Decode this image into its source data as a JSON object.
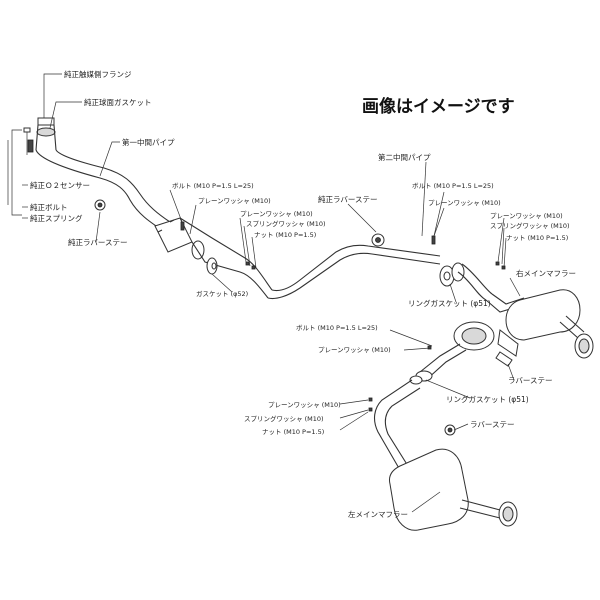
{
  "note": "画像はイメージです",
  "labels": {
    "genuine_catalyst_flange": "純正触媒側フランジ",
    "genuine_spherical_gasket": "純正球面ガスケット",
    "first_mid_pipe": "第一中間パイプ",
    "genuine_o2_sensor": "純正Ｏ２センサー",
    "genuine_bolt": "純正ボルト",
    "genuine_spring": "純正スプリング",
    "genuine_rubber_stay": "純正ラバーステー",
    "bolt_a": "ボルト (M10 P=1.5 L=25)",
    "plain_washer_a": "プレーンワッシャ (M10)",
    "plain_washer_b": "プレーンワッシャ (M10)",
    "spring_washer_b": "スプリングワッシャ (M10)",
    "nut_b": "ナット (M10 P=1.5)",
    "gasket_52": "ガスケット (φ52)",
    "genuine_rubber_stay_2": "純正ラバーステー",
    "second_mid_pipe": "第二中間パイプ",
    "bolt_c": "ボルト (M10 P=1.5 L=25)",
    "plain_washer_c": "プレーンワッシャ (M10)",
    "plain_washer_d": "プレーンワッシャ (M10)",
    "spring_washer_d": "スプリングワッシャ (M10)",
    "nut_d": "ナット (M10 P=1.5)",
    "right_main_muffler": "右メインマフラー",
    "ring_gasket_51_a": "リングガスケット (φ51)",
    "bolt_e": "ボルト (M10 P=1.5 L=25)",
    "plain_washer_e": "プレーンワッシャ (M10)",
    "rubber_stay_a": "ラバーステー",
    "ring_gasket_51_b": "リングガスケット (φ51)",
    "plain_washer_f": "プレーンワッシャ (M10)",
    "spring_washer_f": "スプリングワッシャ (M10)",
    "nut_f": "ナット (M10 P=1.5)",
    "rubber_stay_b": "ラバーステー",
    "left_main_muffler": "左メインマフラー"
  }
}
